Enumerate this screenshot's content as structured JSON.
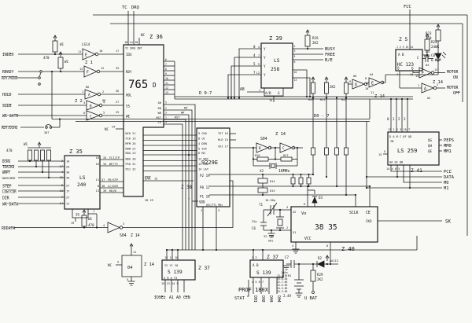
{
  "meta": {
    "title": "PROF 180X",
    "revs": [
      "13.4.85",
      "25.8.85",
      "22.7.85",
      "13.6.85",
      "24.5.85",
      "25.3.85"
    ]
  },
  "sig": {
    "index": "INDEX",
    "ready": "READY",
    "rdymini": "RDY/MINI",
    "hold": "HOLD",
    "side": "SIDE",
    "wrgate": "WR GATE",
    "rdydchg": "RDY/DCHG",
    "jumper": "307",
    "dchg": "DCHG",
    "track0": "TRACK0",
    "wrpt": "WRPT",
    "twosided": "TWOSIDED",
    "step": "STEP",
    "lowcur": "LOW/CUR",
    "dir": "DIR",
    "wrdata": "WR DATA",
    "rddata": "RDDATA",
    "iosel": "IOSEL",
    "a1": "A1",
    "a0": "A0",
    "cen": "CEN",
    "stat": "STAT",
    "ds": [
      "DS1",
      "DS2",
      "DS3",
      "DS4"
    ],
    "ubat": "U BAT",
    "v24": "2.4V",
    "b1": "B1",
    "busy": "BUSY",
    "free": "FREE",
    "be": "B/E",
    "motor": "MOTOR",
    "on": "ON",
    "off": "OFF",
    "peps": "PEPS",
    "mm0": "MM0",
    "mm1": "MM1",
    "pcl": "PCL",
    "data": "DATA",
    "m0": "M0",
    "m1": "M1",
    "sk": "SK",
    "tc": "TC",
    "drq": "DRQ",
    "fcc": "FCC",
    "a8": "A8"
  },
  "bus": {
    "b1": "D 0-7",
    "b2": "D0 - 7"
  },
  "z36": {
    "ref": "Z 36",
    "part": "765",
    "d": "D",
    "toppins": "16 14 18",
    "topnames": "TC DRQ INT",
    "ncint": "NC",
    "nc24": "NC",
    "p24": "24",
    "rows": [
      {
        "n": "17",
        "t": "IDX"
      },
      {
        "n": "35",
        "t": "RDY"
      },
      {
        "n": "36",
        "t": "HDL"
      },
      {
        "n": "27",
        "t": "SS"
      },
      {
        "n": "25",
        "t": "WE"
      },
      {
        "n": "33",
        "t": "FLT/TP"
      },
      {
        "n": "34",
        "t": "WP/TS"
      },
      {
        "n": "37",
        "t": "FR/STP"
      },
      {
        "n": "38",
        "t": "LC/DIR"
      },
      {
        "n": "39",
        "t": "RD/W"
      }
    ],
    "dpins": [
      "6",
      "7",
      "8",
      "9",
      "10",
      "11",
      "12",
      "13"
    ],
    "ctl": [
      {
        "n": "5",
        "t": "A0"
      },
      {
        "n": "2",
        "t": "RD"
      },
      {
        "n": "3",
        "t": "WR"
      },
      {
        "n": "1",
        "t": "RST"
      },
      {
        "n": "4",
        "t": "CS"
      }
    ],
    "ext": {
      "rd": "RD",
      "wr": "WR",
      "rst": "RST"
    },
    "bl": [
      "WCK 21",
      "FCK 19",
      "MFM 26",
      "RDW 22",
      "RDA 23",
      "WDA 30",
      "PS0 31",
      "PS1 32"
    ],
    "dak": "DAK",
    "dakn": "15",
    "bot": "28 29"
  },
  "z38": {
    "ref": "Z 38",
    "part": "9229E",
    "rows": [
      "9  CK0",
      "8  CK",
      "4  DEN",
      "5  SCK",
      "6  RD",
      "12 WDI",
      "13 ERL",
      "14 LAT"
    ],
    "right": [
      "TST 16",
      "HLD 15",
      "CKI 17"
    ],
    "p2": "P2 19",
    "p0": "P0 12",
    "p1": "P1 18",
    "vdd": "VDD",
    "p7": "7",
    "b1": "1",
    "b3": "3",
    "osc": "OSC/TTL MHz"
  },
  "z35": {
    "ref": "Z 35",
    "p1": "LS",
    "p2": "240",
    "lp": [
      "2",
      "17",
      "4",
      "15",
      "9",
      "13",
      "7",
      "14"
    ],
    "ln": [
      "1A",
      "2A",
      "3A",
      "4A",
      "2Y",
      "1Y",
      "2Y",
      "1Y"
    ],
    "rp": [
      "18",
      "16",
      "11",
      "8",
      "13"
    ],
    "g": "2G",
    "g19": "19",
    "g1": "1"
  },
  "z39": {
    "ref": "Z 39",
    "p1": "LS",
    "p2": "258",
    "y": "Y",
    "lp": [
      "4",
      "7",
      "9",
      "12"
    ],
    "lbl": [
      "0",
      "4",
      "5",
      "7"
    ],
    "rp": [
      "2",
      "3",
      "5",
      "6",
      "10",
      "13"
    ],
    "ab": "A/B",
    "g": "G",
    "n1": "1",
    "n15": "15"
  },
  "z41": {
    "ref": "Z 41",
    "part": "LS 259",
    "toplbl": [
      "0",
      "1",
      "2",
      "3"
    ],
    "toppins": "13 1  2  3  10  7",
    "topnames": "D A B C  QF QD",
    "inlbl": "IN",
    "qg": "QG",
    "qh": "QH",
    "qe": "QE",
    "botnames": "QA QC QB",
    "botpins": "14  4  6  5",
    "g": "G",
    "g15": "15"
  },
  "z40": {
    "ref": "Z 40",
    "part": "38 35",
    "vo": "Vo",
    "p6": "6",
    "sclk": "SCLK",
    "ce": "CE",
    "cko": "CKO",
    "vcc": "VCC",
    "x2": "X2",
    "x1": "X1",
    "p3": "3",
    "p2": "2",
    "p4": "4",
    "p8": "8"
  },
  "z37a": {
    "ref": "Z 37",
    "part": "S 139",
    "toppins": "12 11 10",
    "topnames": "Y2 Y1 Y0",
    "botnames": "G  B  A  Y3",
    "botpins": "15 13 14  9"
  },
  "z37b": {
    "ref": "Z 37",
    "part": "S 139",
    "toppins": "1    3",
    "ab": "A B",
    "botpins": "4   5   6   7"
  },
  "z5": {
    "ref": "Z 5",
    "part": "HC 123",
    "toppins": "1 2 3  15 14",
    "ab": "A B",
    "c": "C",
    "q": "Q",
    "qb": "Q̅",
    "p4": "4",
    "p13": "13"
  },
  "z1": {
    "ref": "Z 1",
    "part": "LS14",
    "e": "E",
    "f": "F",
    "p11": "11",
    "p10": "10",
    "p13": "13",
    "p12": "12",
    "p17": "17",
    "p35": "35"
  },
  "z2": {
    "ref": "Z 2",
    "g06": "06",
    "a": "A",
    "b": "B",
    "c": "C",
    "p1": "1",
    "p2": "2",
    "p3": "3",
    "p4": "4",
    "p6": "6",
    "p5": "5",
    "p36": "36",
    "p27": "27",
    "p25": "25"
  },
  "z14": {
    "ref": "Z 14",
    "g04": "04",
    "g06": "06",
    "s04": "S04",
    "b": "B",
    "c": "C",
    "d": "D",
    "e": "E",
    "f": "F",
    "a": "A",
    "nc": "NC",
    "p9": "9",
    "p8": "8",
    "p10": "10",
    "p11": "11",
    "p13": "13",
    "p12": "12",
    "p1": "1",
    "p2": "2",
    "p4": "4",
    "p3": "3",
    "p5": "5"
  },
  "r": {
    "w1": "W1",
    "v470": "470",
    "r19": "R19",
    "r20": "R20",
    "r21": "R21",
    "r22": "R22",
    "r23": "R23",
    "r24": "R24",
    "r26": "R26",
    "r27": "R27",
    "r29": "R29",
    "v2k2": "2K2",
    "v150": "150",
    "v240k": "240K"
  },
  "cc": {
    "c6": "C6",
    "v22p": "22p",
    "c7": "C7",
    "v100n": "100n",
    "c8": "C8",
    "v68u": "6.8µF",
    "t1": "T1",
    "v1030": "10-30p"
  },
  "xt": {
    "v16": "16MHz",
    "x2": "X2",
    "x3a": "32.768",
    "x3b": "kHz"
  },
  "dd": {
    "d2": "D2",
    "aa113": "AA113",
    "d3": "D3",
    "d4": "D4",
    "led": "LED",
    "d14": "D14",
    "d15": "D15"
  }
}
